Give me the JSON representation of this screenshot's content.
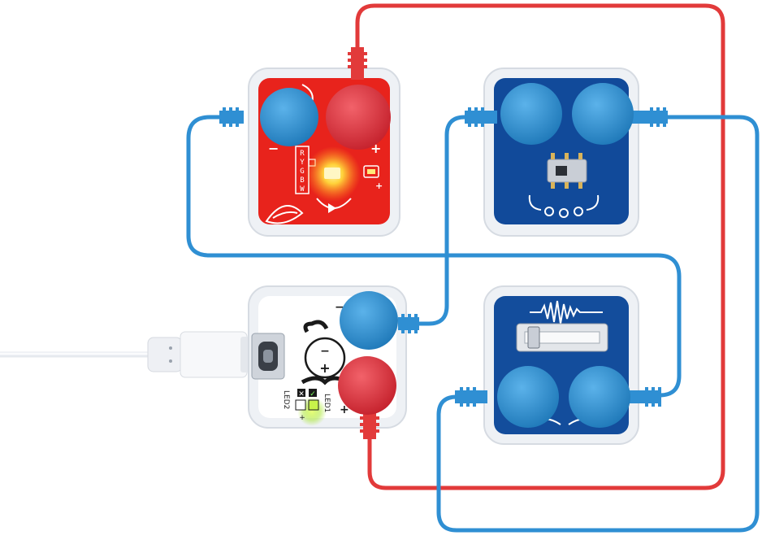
{
  "scene": {
    "colors": {
      "background": "#ffffff",
      "wire_red": "#e23a3a",
      "wire_blue": "#2f8fd3",
      "button_blue": "#2d8ccc",
      "button_red": "#dc2f3b",
      "led_board_red": "#e8231c",
      "switch_board_blue": "#114a9a",
      "slider_board_blue": "#134d9c",
      "battery_board": "#ffffff",
      "case_frame": "#eef1f5",
      "usb_cable": "#f1f3f6"
    },
    "led_module": {
      "color_labels": [
        "R",
        "Y",
        "G",
        "B",
        "W"
      ],
      "minus": "−",
      "plus_left": "+",
      "plus_right": "+",
      "small_plus": "+",
      "icons": [
        "leaf-icon",
        "led-glow-icon",
        "led-symbol-icon"
      ]
    },
    "switch_module": {
      "icons": [
        "slide-switch-icon",
        "face-doodle-icon"
      ]
    },
    "slider_module": {
      "icons": [
        "waveform-icon",
        "slide-potentiometer-icon",
        "mustache-icon"
      ]
    },
    "battery_module": {
      "face_minus": "−",
      "face_plus": "+",
      "side_minus": "−",
      "side_plus": "+",
      "led1_label": "LED1",
      "led2_label": "LED2",
      "led1_mark": "✓",
      "led2_mark": "✕",
      "led_plus": "+",
      "icons": [
        "usb-c-port-icon",
        "face-doodle-icon"
      ]
    },
    "cable": {
      "icons": [
        "usb-plug-icon"
      ]
    }
  }
}
